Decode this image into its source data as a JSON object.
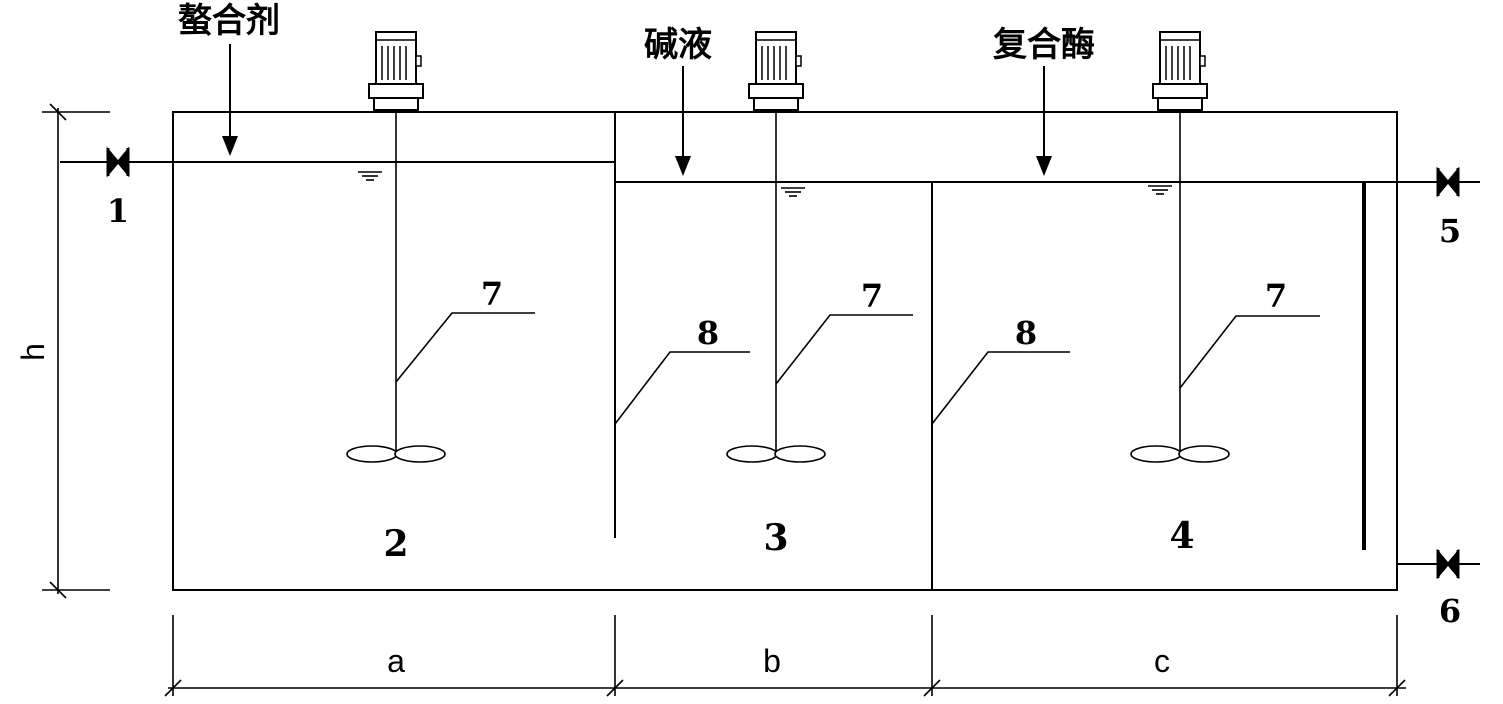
{
  "labels": {
    "chelating_agent": "螯合剂",
    "alkali_solution": "碱液",
    "compound_enzyme": "复合酶",
    "height": "h",
    "width_a": "a",
    "width_b": "b",
    "width_c": "c"
  },
  "numbers": {
    "inlet_valve": "1",
    "tank_1": "2",
    "tank_2": "3",
    "tank_3": "4",
    "outlet_valve": "5",
    "drain_valve": "6",
    "agitator_1": "7",
    "agitator_2": "7",
    "agitator_3": "7",
    "baffle_1": "8",
    "baffle_2": "8"
  }
}
